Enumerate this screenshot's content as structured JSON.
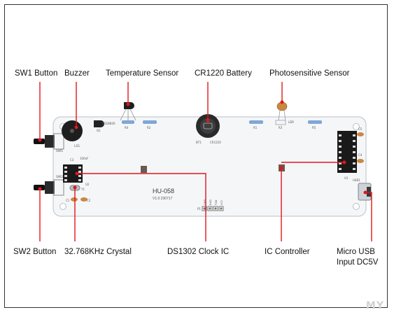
{
  "board": {
    "name": "HU-058",
    "version": "V1.0 230717",
    "pcb_color": "#f4f6f8",
    "leader_color": "#e0161c"
  },
  "labels": {
    "sw1": "SW1 Button",
    "buzzer": "Buzzer",
    "temperature": "Temperature Sensor",
    "battery": "CR1220 Battery",
    "photo": "Photosensitive Sensor",
    "sw2": "SW2 Button",
    "crystal": "32.768KHz Crystal",
    "ds1302": "DS1302 Clock IC",
    "ic": "IC Controller",
    "usb_line1": "Micro USB",
    "usb_line2": "Input DC5V"
  },
  "silkscreen": {
    "r4": "R4",
    "r2": "R2",
    "r1": "R1",
    "r3": "R3",
    "r5": "R5",
    "ds18b20": "DS18B20",
    "q1": "Q1",
    "ls1": "LS1",
    "sw1": "SW1",
    "sw2": "SW2",
    "y1": "Y1",
    "u2": "U2",
    "u1": "U1",
    "c1": "C1",
    "c2": "C2",
    "c3": "C3",
    "c4": "C4",
    "c5": "C5",
    "cap_100nf": "100nF",
    "usb1": "USB1",
    "ldr": "LDR",
    "bt1": "BT1",
    "cr1220": "CR1220",
    "p1": "P1",
    "gnd": "GND",
    "rx": "RXD",
    "tx": "TXD",
    "vcc": "VCC"
  },
  "watermark": "MY"
}
